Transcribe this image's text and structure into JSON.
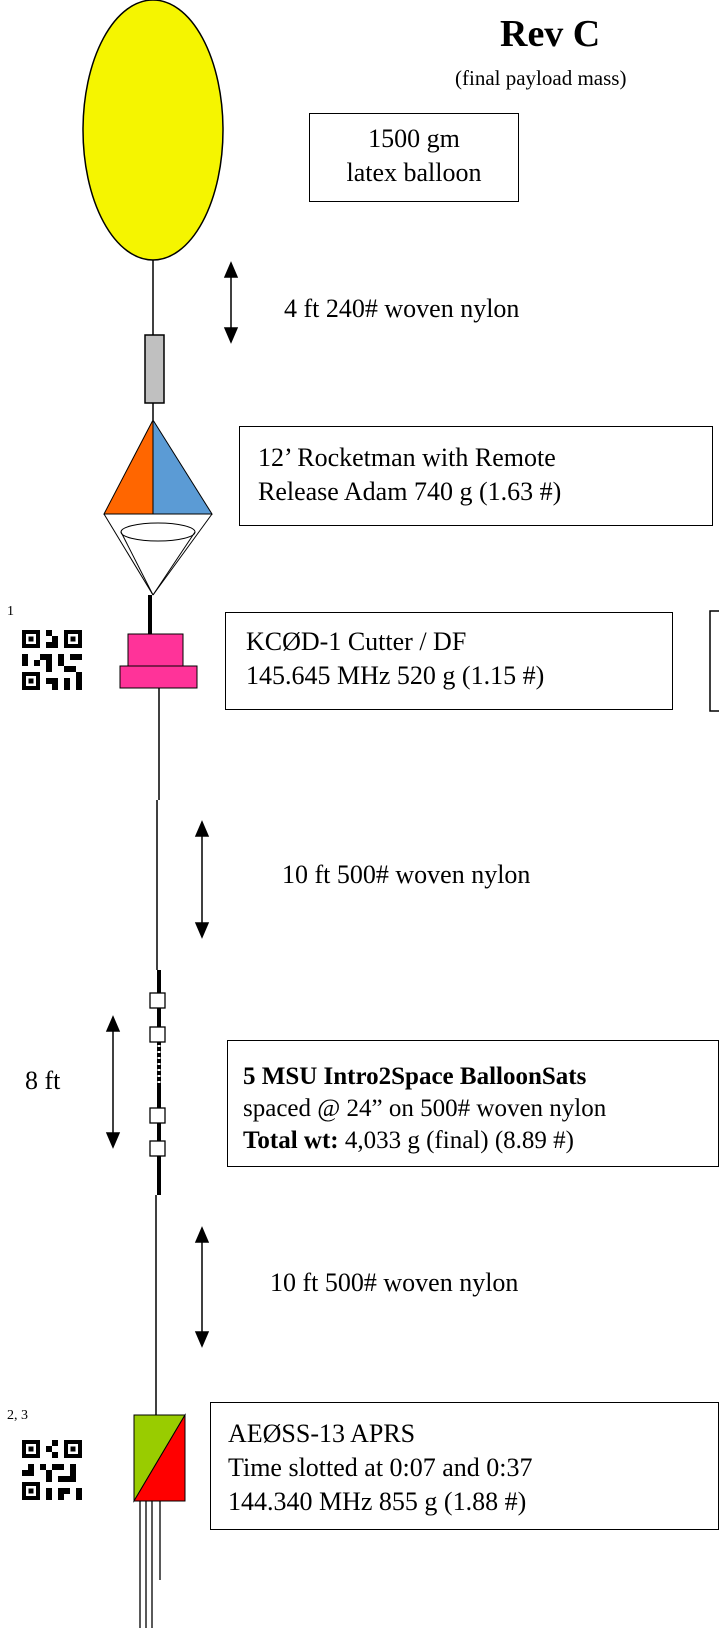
{
  "header": {
    "title": "Rev C",
    "subtitle": "(final payload mass)"
  },
  "balloon": {
    "label_line1": "1500 gm",
    "label_line2": "latex balloon",
    "color": "#f5f500"
  },
  "tether_1": {
    "label": "4 ft 240# woven nylon"
  },
  "parachute": {
    "label_line1": "12’ Rocketman with Remote",
    "label_line2": "Release Adam  740 g (1.63 #)",
    "colors": [
      "#ff6600",
      "#5b9bd5"
    ]
  },
  "cutter": {
    "footnote": "1",
    "label_line1": "KCØD-1 Cutter / DF",
    "label_line2": "145.645 MHz 520 g (1.15 #)",
    "color": "#ff3399"
  },
  "tether_2": {
    "label": "10 ft 500# woven nylon"
  },
  "balloonsats": {
    "span_label": "8 ft",
    "label_line1": "5 MSU Intro2Space BalloonSats",
    "label_line2": "spaced @ 24” on 500# woven nylon",
    "label_line3_bold": "Total wt:",
    "label_line3_rest": " 4,033 g (final) (8.89 #)"
  },
  "tether_3": {
    "label": "10 ft 500# woven nylon"
  },
  "aprs": {
    "footnote": "2, 3",
    "label_line1": "AEØSS-13 APRS",
    "label_line2": "Time slotted at 0:07 and 0:37",
    "label_line3": "144.340 MHz   855 g (1.88 #)",
    "colors": [
      "#99cc00",
      "#ff0000"
    ]
  }
}
